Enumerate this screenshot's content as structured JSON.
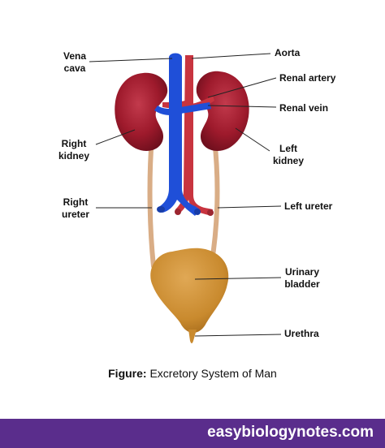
{
  "labels": {
    "vena_cava": "Vena\ncava",
    "aorta": "Aorta",
    "renal_artery": "Renal artery",
    "renal_vein": "Renal vein",
    "right_kidney": "Right\nkidney",
    "left_kidney": "Left\nkidney",
    "right_ureter": "Right\nureter",
    "left_ureter": "Left ureter",
    "urinary_bladder": "Urinary\nbladder",
    "urethra": "Urethra"
  },
  "caption": {
    "prefix": "Figure:",
    "text": " Excretory System of Man"
  },
  "footer": {
    "site": "easybiologynotes.com"
  },
  "colors": {
    "kidney": "#9e1a2c",
    "artery": "#c8343f",
    "vein": "#1f4fd8",
    "ureter": "#d9ad86",
    "bladder": "#c98a2e",
    "footer": "#5a2d8c"
  }
}
